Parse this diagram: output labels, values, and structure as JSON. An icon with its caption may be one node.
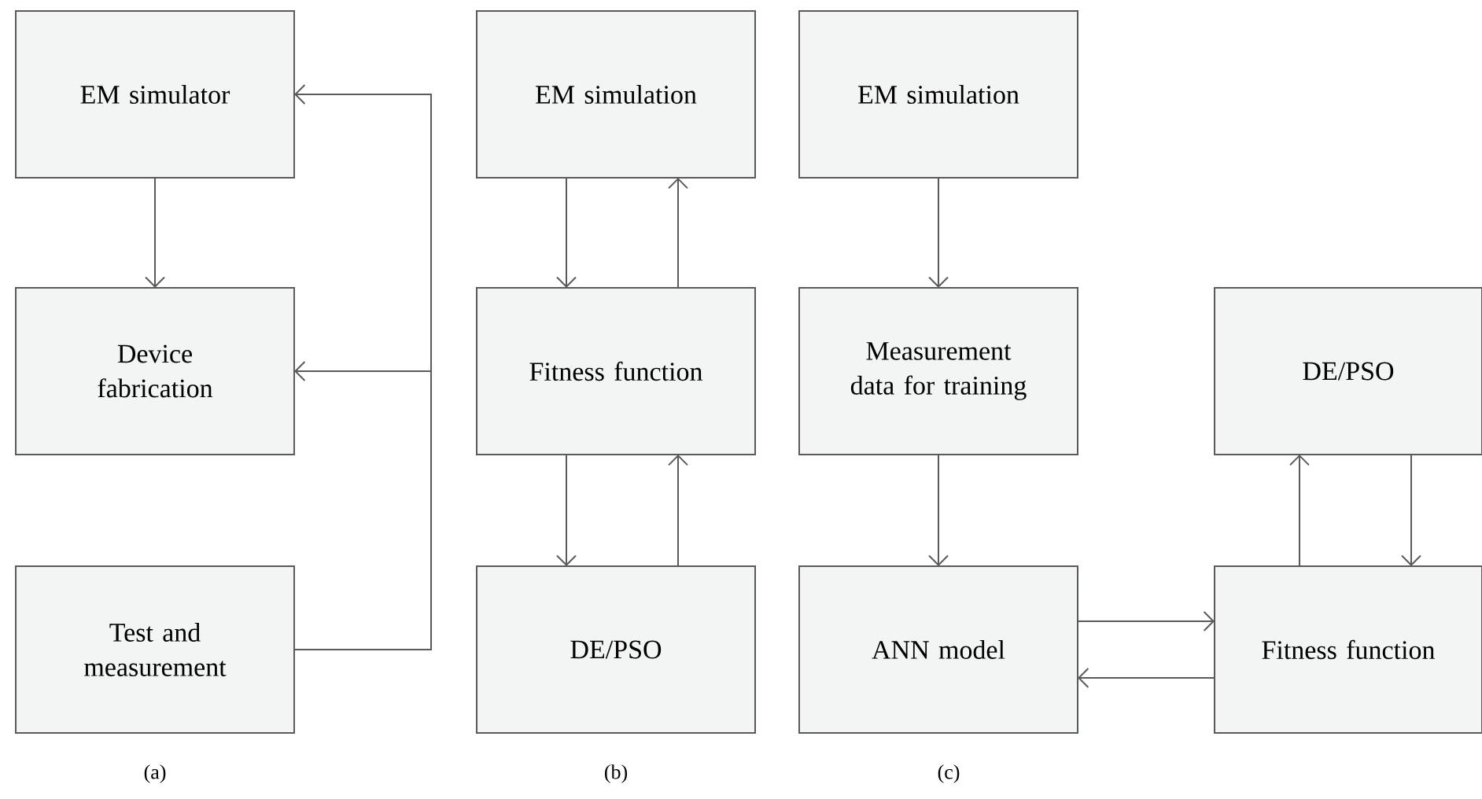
{
  "diagram": {
    "nodes": [
      {
        "text": [
          "EM simulator"
        ]
      },
      {
        "text": [
          "Device fabrication"
        ]
      },
      {
        "text": [
          "Test and measurement"
        ]
      },
      {
        "text": [
          "EM simulation"
        ]
      },
      {
        "text": [
          "Fitness function"
        ]
      },
      {
        "text": [
          "DE/PSO"
        ]
      },
      {
        "text": [
          "EM simulation"
        ]
      },
      {
        "text": [
          "Measurement data for training"
        ]
      },
      {
        "text": [
          "ANN model"
        ]
      },
      {
        "text": [
          "DE/PSO"
        ]
      },
      {
        "text": [
          "Fitness function"
        ]
      }
    ],
    "edges": [
      {
        "from": 0,
        "to": 1,
        "arrow": "to"
      },
      {
        "from": 2,
        "to": 0,
        "arrow": "to"
      },
      {
        "from": 2,
        "to": 1,
        "arrow": "to"
      },
      {
        "from": 3,
        "to": 4,
        "arrow": "to"
      },
      {
        "from": 4,
        "to": 3,
        "arrow": "to"
      },
      {
        "from": 4,
        "to": 5,
        "arrow": "to"
      },
      {
        "from": 5,
        "to": 4,
        "arrow": "to"
      },
      {
        "from": 6,
        "to": 7,
        "arrow": "to"
      },
      {
        "from": 7,
        "to": 8,
        "arrow": "to"
      },
      {
        "from": 8,
        "to": 10,
        "arrow": "to"
      },
      {
        "from": 10,
        "to": 8,
        "arrow": "to"
      },
      {
        "from": 10,
        "to": 9,
        "arrow": "to"
      },
      {
        "from": 9,
        "to": 10,
        "arrow": "to"
      }
    ],
    "labels": [
      "(a)",
      "(b)",
      "(c)"
    ]
  }
}
